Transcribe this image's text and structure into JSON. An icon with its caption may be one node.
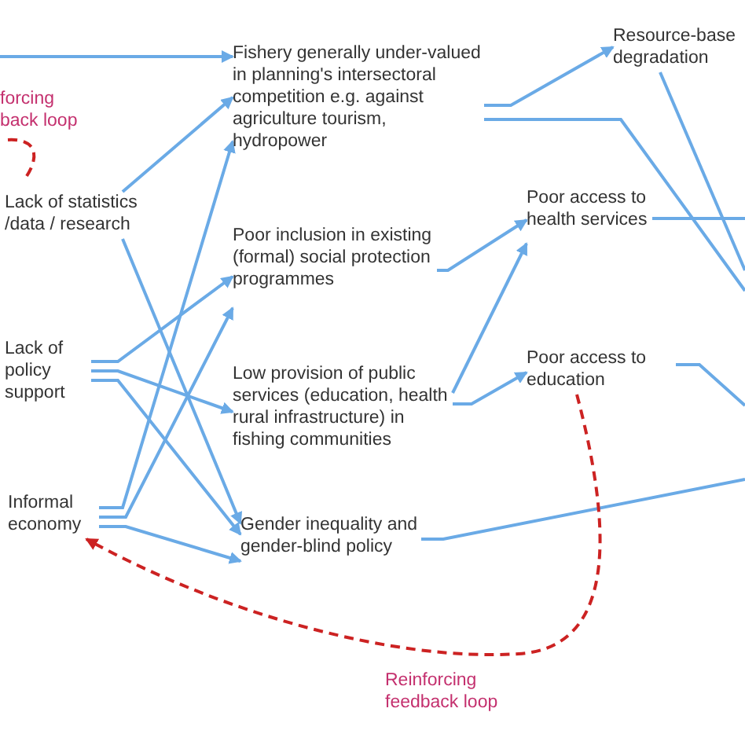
{
  "diagram": {
    "nodes": [
      {
        "text": [
          "Lack of statistics /data / research"
        ]
      },
      {
        "text": [
          "Lack of policy support"
        ]
      },
      {
        "text": [
          "Informal economy"
        ]
      },
      {
        "text": [
          "Fishery generally under-valued in planning's intersectoral competition e.g. against agriculture tourism, hydropower"
        ]
      },
      {
        "text": [
          "Poor inclusion in existing (formal) social protection programmes"
        ]
      },
      {
        "text": [
          "Low provision of public services (education, health rural infrastructure) in fishing communities"
        ]
      },
      {
        "text": [
          "Gender inequality and gender-blind policy"
        ]
      },
      {
        "text": [
          "Poor access to health services"
        ]
      },
      {
        "text": [
          "Poor access to education"
        ]
      },
      {
        "text": [
          "Resource-base degradation"
        ]
      }
    ],
    "edges": [
      {
        "from": null,
        "to": 3,
        "arrow": "to"
      },
      {
        "from": 0,
        "to": 3,
        "arrow": "to"
      },
      {
        "from": 0,
        "to": 6,
        "arrow": "to"
      },
      {
        "from": 1,
        "to": 4,
        "arrow": "to"
      },
      {
        "from": 1,
        "to": 5,
        "arrow": "to"
      },
      {
        "from": 1,
        "to": 6,
        "arrow": "to"
      },
      {
        "from": 2,
        "to": 3,
        "arrow": "to"
      },
      {
        "from": 2,
        "to": 4,
        "arrow": "to"
      },
      {
        "from": 2,
        "to": 6,
        "arrow": "to"
      },
      {
        "from": 3,
        "to": 9,
        "arrow": "to"
      },
      {
        "from": 3,
        "to": null,
        "arrow": "none"
      },
      {
        "from": 9,
        "to": null,
        "arrow": "none"
      },
      {
        "from": 4,
        "to": 7,
        "arrow": "to"
      },
      {
        "from": 5,
        "to": 7,
        "arrow": "to"
      },
      {
        "from": 5,
        "to": 8,
        "arrow": "to"
      },
      {
        "from": 7,
        "to": null,
        "arrow": "none"
      },
      {
        "from": 8,
        "to": null,
        "arrow": "none"
      },
      {
        "from": 6,
        "to": null,
        "arrow": "none"
      },
      {
        "from": 8,
        "to": 2,
        "arrow": "to",
        "label": "Reinforcing feedback loop",
        "style": "dashed",
        "color": "#cc2222"
      }
    ],
    "labels": [
      "forcing back loop"
    ]
  }
}
